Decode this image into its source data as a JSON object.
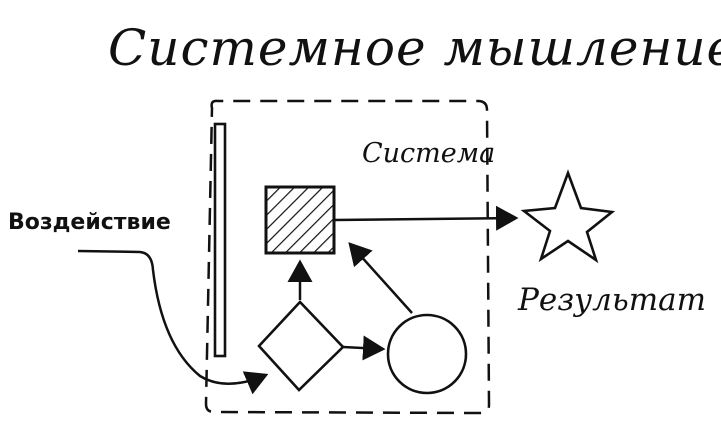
{
  "title": "Системное мышление",
  "labels": {
    "system": "Система",
    "input": "Воздействие",
    "result": "Результат"
  }
}
